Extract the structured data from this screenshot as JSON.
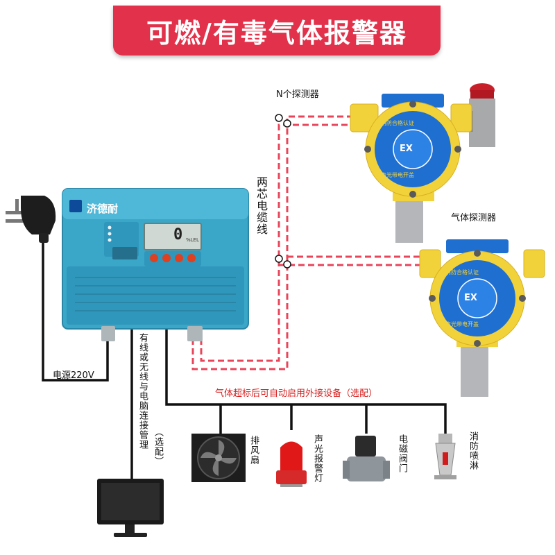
{
  "title": "可燃/有毒气体报警器",
  "labels": {
    "n_detectors": "N个探测器",
    "two_core_cable": "两芯电缆线",
    "gas_detector": "气体探测器",
    "power": "电源220V",
    "pc_connection": "有线或无线与电脑连接管理",
    "pc_optional": "（选配）",
    "auto_start": "气体超标后可自动启用外接设备（选配）"
  },
  "controller": {
    "brand": "济德耐",
    "display_value": "0",
    "display_unit": "%LEL"
  },
  "detector": {
    "ex_mark": "EX",
    "ring_text_top": "消防合格认证",
    "ring_text_bottom": "声光带电开盖"
  },
  "devices": [
    {
      "name": "排风扇"
    },
    {
      "name": "声光报警灯"
    },
    {
      "name": "电磁阀门"
    },
    {
      "name": "消防喷淋"
    }
  ],
  "colors": {
    "banner": "#e2314a",
    "cable_red": "#e8445a",
    "controller_body": "#3aa6c8",
    "detector_yellow": "#f2d23a",
    "detector_blue": "#1f6fd1"
  }
}
